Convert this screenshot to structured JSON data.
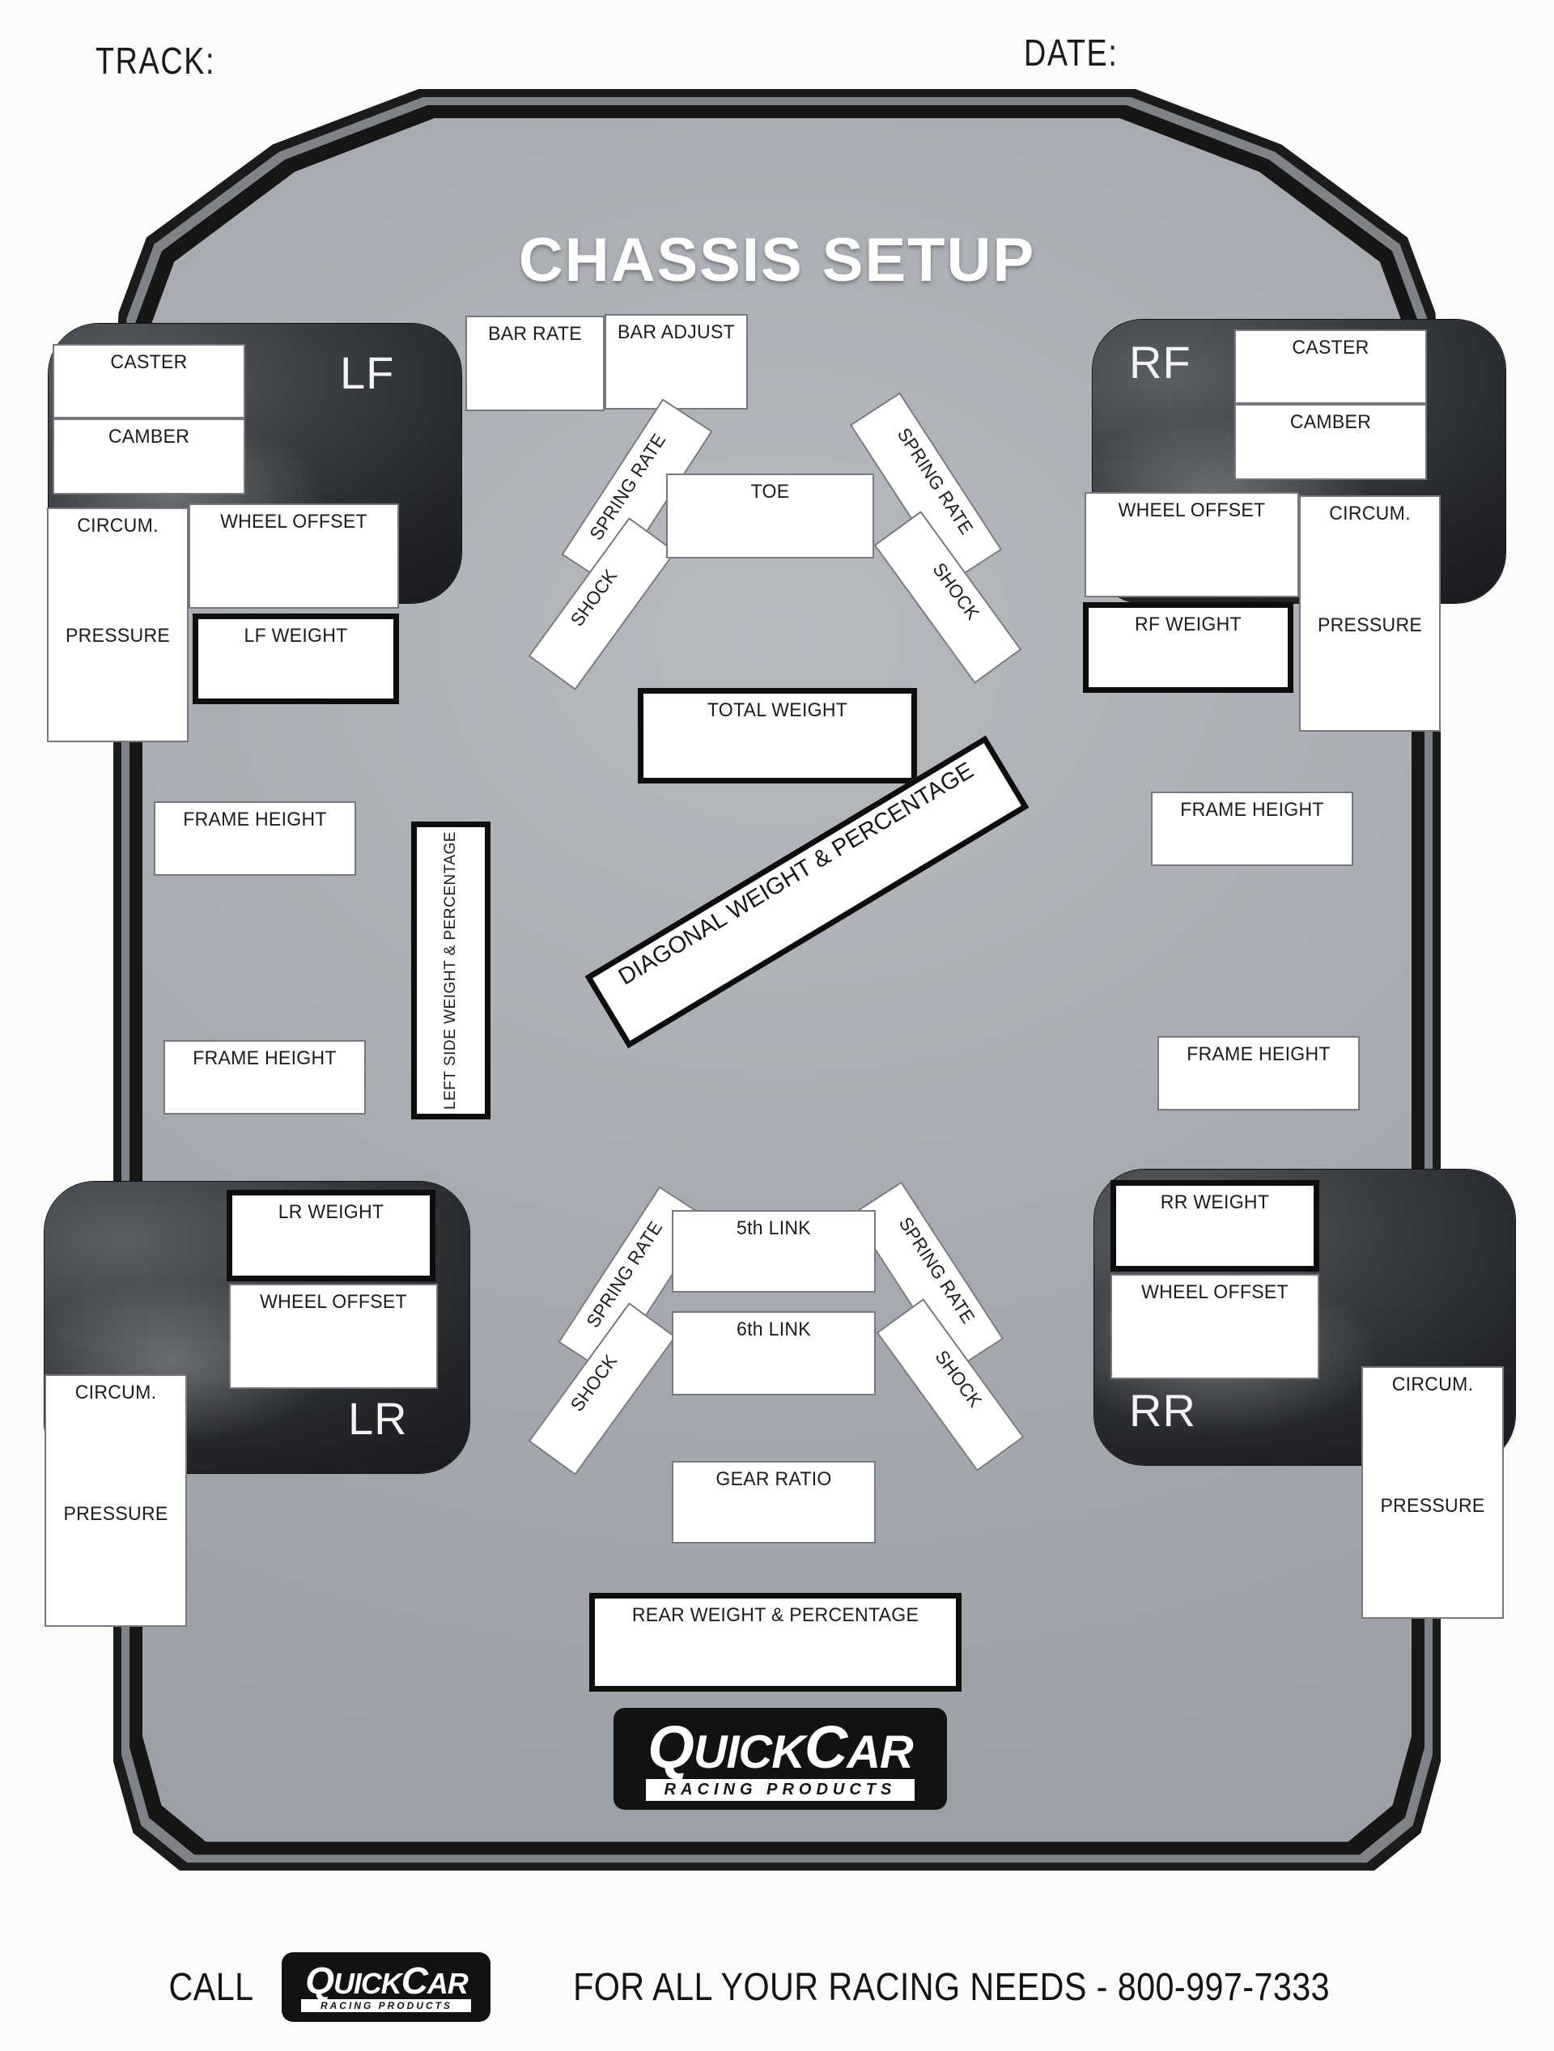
{
  "header": {
    "track_label": "TRACK:",
    "date_label": "DATE:"
  },
  "chassis": {
    "title": "CHASSIS SETUP",
    "sway_bar": {
      "bar_rate": "BAR RATE",
      "bar_adjust": "BAR ADJUST"
    },
    "front_center": {
      "toe": "TOE",
      "total_weight": "TOTAL WEIGHT"
    },
    "rear_center": {
      "fifth_link": "5th LINK",
      "sixth_link": "6th LINK",
      "gear_ratio": "GEAR RATIO",
      "rear_weight": "REAR WEIGHT & PERCENTAGE"
    },
    "middle": {
      "left_side_weight": "LEFT SIDE WEIGHT & PERCENTAGE",
      "diagonal_weight": "DIAGONAL WEIGHT & PERCENTAGE"
    },
    "frame_heights": [
      {
        "position": "left-front",
        "label": "FRAME HEIGHT"
      },
      {
        "position": "left-rear",
        "label": "FRAME HEIGHT"
      },
      {
        "position": "right-front",
        "label": "FRAME HEIGHT"
      },
      {
        "position": "right-rear",
        "label": "FRAME HEIGHT"
      }
    ],
    "suspension": [
      {
        "corner": "LF",
        "spring_rate": "SPRING RATE",
        "shock": "SHOCK"
      },
      {
        "corner": "RF",
        "spring_rate": "SPRING RATE",
        "shock": "SHOCK"
      },
      {
        "corner": "LR",
        "spring_rate": "SPRING RATE",
        "shock": "SHOCK"
      },
      {
        "corner": "RR",
        "spring_rate": "SPRING RATE",
        "shock": "SHOCK"
      }
    ],
    "corners": {
      "lf": {
        "code": "LF",
        "caster": "CASTER",
        "camber": "CAMBER",
        "circum": "CIRCUM.",
        "pressure": "PRESSURE",
        "wheel_offset": "WHEEL OFFSET",
        "weight": "LF WEIGHT"
      },
      "rf": {
        "code": "RF",
        "caster": "CASTER",
        "camber": "CAMBER",
        "circum": "CIRCUM.",
        "pressure": "PRESSURE",
        "wheel_offset": "WHEEL OFFSET",
        "weight": "RF WEIGHT"
      },
      "lr": {
        "code": "LR",
        "circum": "CIRCUM.",
        "pressure": "PRESSURE",
        "wheel_offset": "WHEEL OFFSET",
        "weight": "LR WEIGHT"
      },
      "rr": {
        "code": "RR",
        "circum": "CIRCUM.",
        "pressure": "PRESSURE",
        "wheel_offset": "WHEEL OFFSET",
        "weight": "RR WEIGHT"
      }
    },
    "brand": {
      "name": "QuickCar",
      "name_part_1": "Q",
      "name_part_2": "UICK",
      "name_part_3": "C",
      "name_part_4": "AR",
      "tagline": "RACING PRODUCTS"
    }
  },
  "footer": {
    "call_text": "CALL",
    "needs_text": "FOR ALL YOUR RACING NEEDS - 800-997-7333",
    "brand_name": "QuickCar",
    "brand_tagline": "RACING PRODUCTS"
  },
  "colors": {
    "chassis_body": "#a6aab0",
    "chassis_outline": "#1b1b1b",
    "tire_dark": "#26282c",
    "box_fill": "#ffffff",
    "text": "#1c1c1c",
    "title_text": "#ffffff"
  }
}
